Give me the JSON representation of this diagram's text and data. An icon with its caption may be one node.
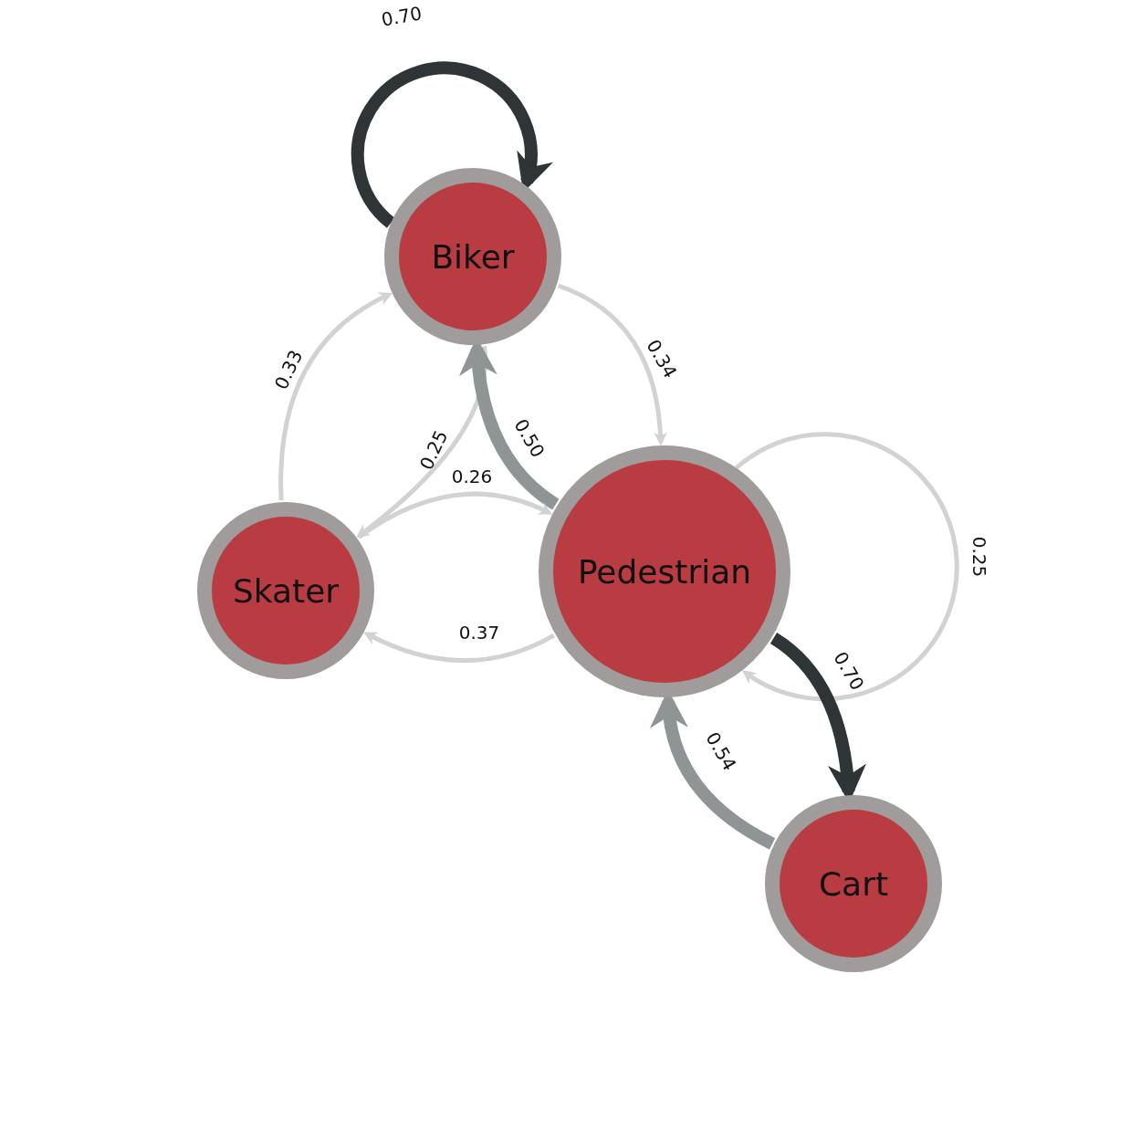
{
  "diagram": {
    "nodes": [
      {
        "text": [
          "Biker"
        ]
      },
      {
        "text": [
          "Skater"
        ]
      },
      {
        "text": [
          "Pedestrian"
        ]
      },
      {
        "text": [
          "Cart"
        ]
      }
    ],
    "edges": [
      {
        "from": 0,
        "to": 0,
        "arrow": "to",
        "label": "0.70",
        "style": "thick",
        "color": "#2f3436"
      },
      {
        "from": 0,
        "to": 2,
        "arrow": "to",
        "label": "0.34"
      },
      {
        "from": 1,
        "to": 0,
        "arrow": "to",
        "label": "0.33"
      },
      {
        "from": 0,
        "to": 1,
        "arrow": "to",
        "label": "0.25"
      },
      {
        "from": 2,
        "to": 0,
        "arrow": "to",
        "label": "0.50",
        "style": "thick",
        "color": "#8f9495"
      },
      {
        "from": 1,
        "to": 2,
        "arrow": "to",
        "label": "0.26"
      },
      {
        "from": 2,
        "to": 1,
        "arrow": "to",
        "label": "0.37"
      },
      {
        "from": 2,
        "to": 2,
        "arrow": "to",
        "label": "0.25"
      },
      {
        "from": 2,
        "to": 3,
        "arrow": "to",
        "label": "0.70",
        "style": "thick",
        "color": "#2f3436"
      },
      {
        "from": 3,
        "to": 2,
        "arrow": "to",
        "label": "0.54",
        "style": "thick",
        "color": "#8f9495"
      }
    ]
  }
}
